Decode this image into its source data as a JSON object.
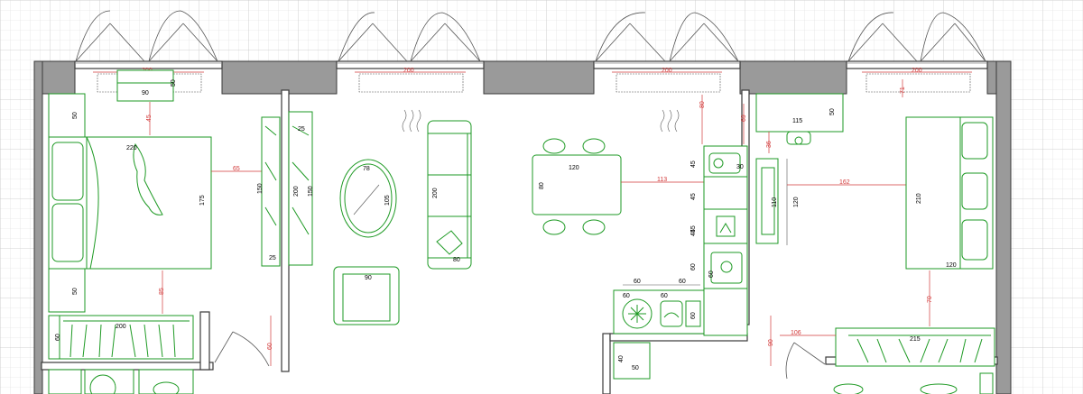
{
  "colors": {
    "furniture": "#1e9a24",
    "dimension_red": "#d23a3a",
    "wall": "#9a9a9a",
    "grid": "#dcdcdc"
  },
  "bedroom": {
    "radiator_width": "200",
    "tv_unit_width": "90",
    "tv_unit_depth": "50",
    "clearance_top": "45",
    "nightstand_top": "50",
    "nightstand_bottom": "50",
    "bed_width": "220",
    "bed_length": "175",
    "clearance_side": "65",
    "clearance_bottom": "85",
    "wardrobe_width": "200",
    "wardrobe_depth": "60",
    "door_clearance": "60",
    "closet_top": "25",
    "closet_left": "150",
    "closet_mid": "200",
    "closet_right": "150",
    "closet_bottom": "25"
  },
  "living": {
    "radiator_width": "200",
    "coffee_table_width": "78",
    "coffee_table_length": "105",
    "sofa_length": "200",
    "sofa_depth": "80",
    "armchair_width": "90",
    "dining_table_width": "120",
    "dining_table_depth": "80",
    "table_clearance": "113"
  },
  "kitchen": {
    "radiator_width": "200",
    "side_dim": "80",
    "fridge_clearance": "69",
    "cab_top": "45",
    "fridge": "30",
    "cab_1": "45",
    "cab_2": "45",
    "cab_3": "45",
    "sink_block": "60",
    "sink_base": "60",
    "counter_left": "60",
    "counter_right": "60",
    "dishwasher": "60",
    "stove": "60",
    "oven": "60",
    "washer_top": "40",
    "washer": "50"
  },
  "room2": {
    "radiator_width": "200",
    "clearance_top": "71",
    "desk_width": "115",
    "desk_depth": "50",
    "chair_clear": "36",
    "tv_width": "110",
    "tv_clear": "120",
    "gap": "162",
    "sofa_length": "210",
    "sofa_depth": "120",
    "bottom_clear": "70",
    "wardrobe_width": "215",
    "door_clear": "106",
    "door_clear_v": "90"
  }
}
